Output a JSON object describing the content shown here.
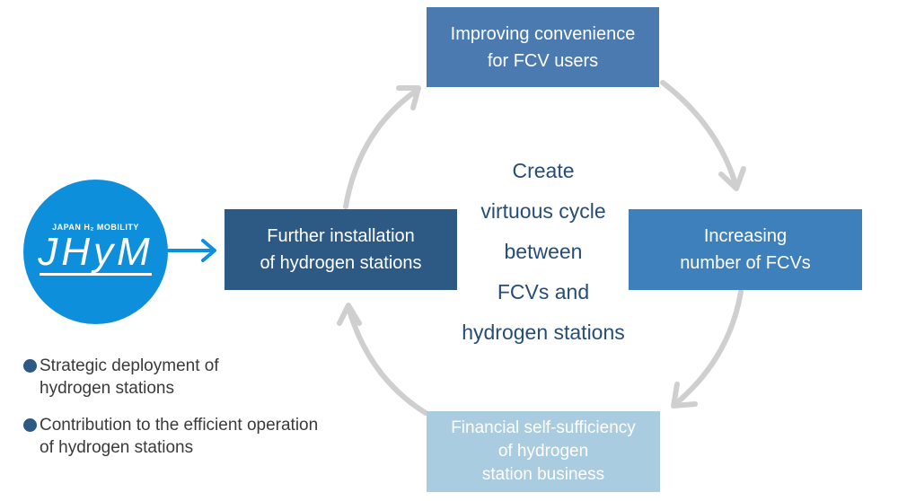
{
  "cycle": {
    "top": {
      "line1": "Improving convenience",
      "line2": "for FCV users"
    },
    "right": {
      "line1": "Increasing",
      "line2": "number of FCVs"
    },
    "bottom": {
      "line1": "Financial self-sufficiency",
      "line2": "of hydrogen",
      "line3": "station business"
    },
    "left": {
      "line1": "Further installation",
      "line2": "of hydrogen stations"
    }
  },
  "center": {
    "lines": [
      "Create",
      "virtuous cycle",
      "between",
      "FCVs and",
      "hydrogen stations"
    ]
  },
  "logo": {
    "subtitle": "JAPAN H₂ MOBILITY",
    "name": "JHyM"
  },
  "bullets": [
    {
      "line1": "Strategic deployment of",
      "line2": "hydrogen stations"
    },
    {
      "line1": "Contribution to the efficient operation",
      "line2": "of hydrogen stations"
    }
  ],
  "colors": {
    "top_box": "#4a7ab0",
    "right_box": "#3d80bb",
    "bottom_box": "#a9cce0",
    "left_box": "#2d5a85",
    "logo": "#0e8fdc",
    "cycle_arrow": "#cfcfcf",
    "logo_arrow": "#0e8fdc"
  }
}
